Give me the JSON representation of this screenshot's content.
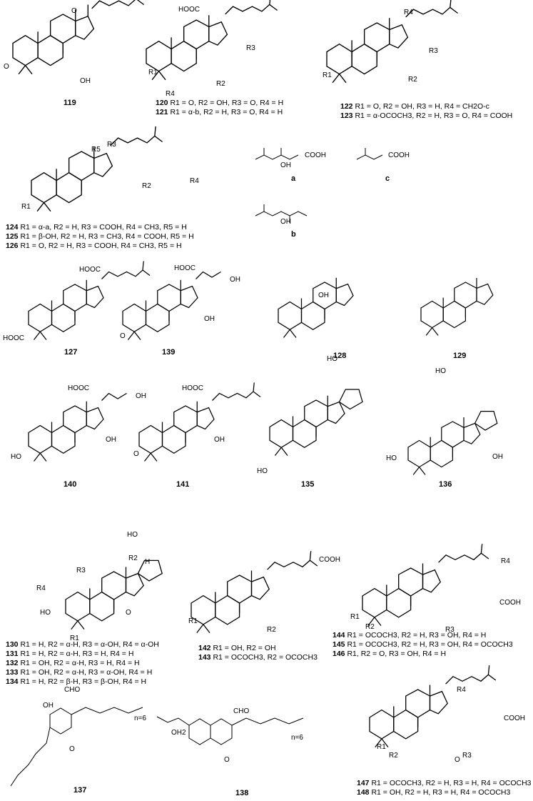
{
  "compounds": [
    {
      "id": "119"
    },
    {
      "id": "120",
      "desc": "R1 = O, R2 = OH, R3 = O, R4 = H"
    },
    {
      "id": "121",
      "desc": "R1 = α-b, R2 = H, R3 = O, R4 = H"
    },
    {
      "id": "122",
      "desc": "R1 = O, R2 = OH, R3 = H, R4 = CH2O-c"
    },
    {
      "id": "123",
      "desc": "R1 = α-OCOCH3, R2 = H, R3 = O, R4 = COOH"
    },
    {
      "id": "124",
      "desc": "R1 = α-a, R2 = H, R3 = COOH, R4 = CH3, R5 = H"
    },
    {
      "id": "125",
      "desc": "R1 = β-OH, R2 = H, R3 = CH3, R4 = COOH, R5 = H"
    },
    {
      "id": "126",
      "desc": "R1 = O, R2 = H, R3 = COOH, R4 = CH3, R5 = H"
    },
    {
      "id": "127"
    },
    {
      "id": "139"
    },
    {
      "id": "128"
    },
    {
      "id": "129"
    },
    {
      "id": "140"
    },
    {
      "id": "141"
    },
    {
      "id": "135"
    },
    {
      "id": "136"
    },
    {
      "id": "130",
      "desc": "R1 = H, R2 = α-H, R3 = α-OH, R4 = α-OH"
    },
    {
      "id": "131",
      "desc": "R1 = H, R2 = α-H, R3 = H, R4 = H"
    },
    {
      "id": "132",
      "desc": "R1 = OH, R2 = α-H, R3 = H, R4 = H"
    },
    {
      "id": "133",
      "desc": "R1 = OH, R2 = α-H, R3 = α-OH, R4 = H"
    },
    {
      "id": "134",
      "desc": "R1 = H, R2 = β-H, R3 = β-OH, R4 = H"
    },
    {
      "id": "142",
      "desc": "R1 = OH, R2 = OH"
    },
    {
      "id": "143",
      "desc": "R1 = OCOCH3, R2 = OCOCH3"
    },
    {
      "id": "144",
      "desc": "R1 = OCOCH3, R2 = H, R3 = OH, R4 = H"
    },
    {
      "id": "145",
      "desc": "R1 = OCOCH3, R2 = H, R3 = OH, R4 = OCOCH3"
    },
    {
      "id": "146",
      "desc": "R1, R2 = O, R3 = OH, R4 = H"
    },
    {
      "id": "137"
    },
    {
      "id": "138"
    },
    {
      "id": "147",
      "desc": "R1 = OCOCH3, R2 = H, R3 = H, R4 = OCOCH3"
    },
    {
      "id": "148",
      "desc": "R1 = OH, R2 = H, R3 = H, R4 = OCOCH3"
    }
  ],
  "substituents": {
    "a": "a",
    "b": "b",
    "c": "c"
  },
  "atom_labels": {
    "methoxy": "O",
    "keto": "O",
    "hydroxyl": "OH",
    "hydrogen": "H",
    "acid": "COOH",
    "acid_left": "HOOC",
    "hydrate": "OH2",
    "aldehyde": "CHO",
    "r1": "R1",
    "r2": "R2",
    "r3": "R3",
    "r4": "R4",
    "r5": "R5",
    "n6": "n=6",
    "ho": "HO"
  },
  "colors": {
    "ink": "#000000",
    "background": "#ffffff"
  }
}
